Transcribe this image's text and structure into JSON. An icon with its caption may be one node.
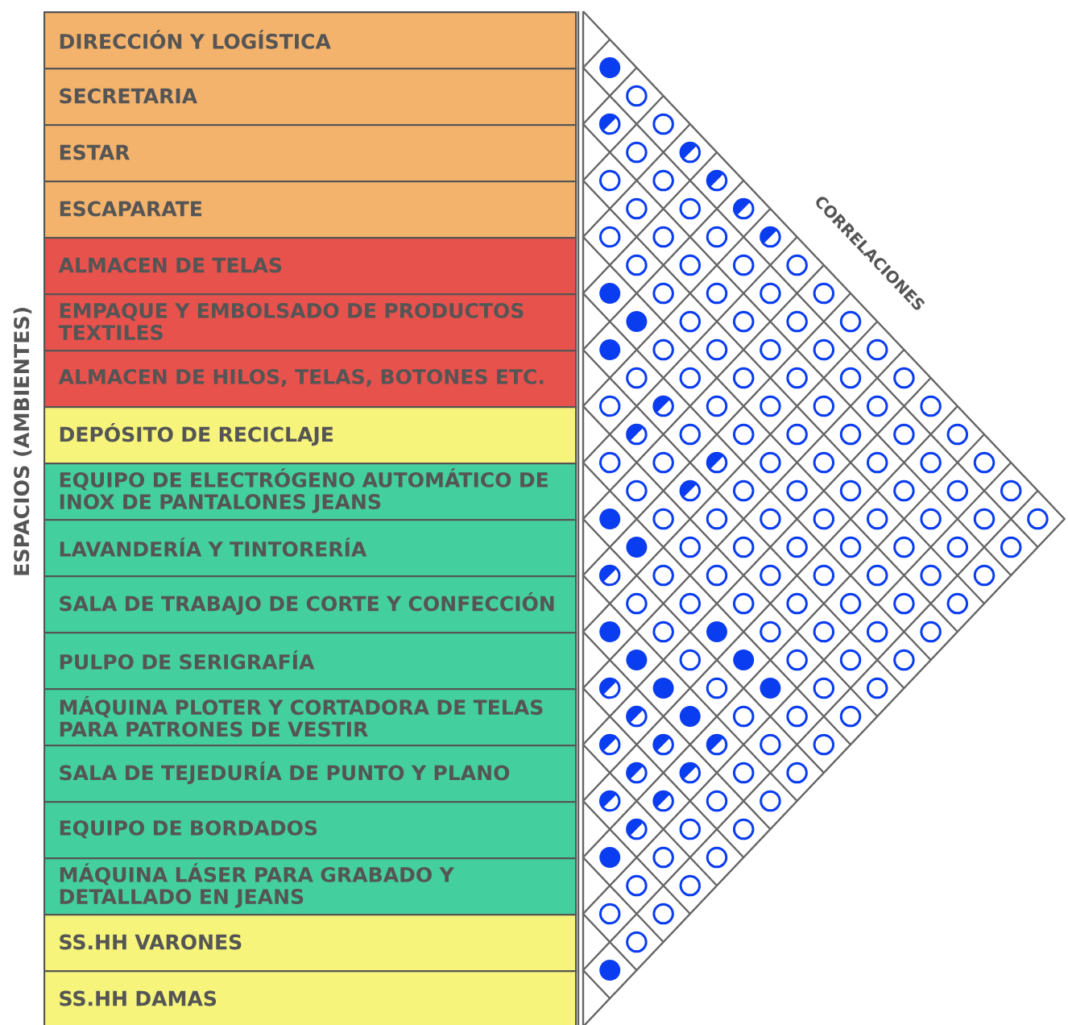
{
  "diagram": {
    "nodes": [
      {
        "text": [
          "DIRECCIÓN Y LOGÍSTICA"
        ]
      },
      {
        "text": [
          "SECRETARIA"
        ]
      },
      {
        "text": [
          "ESTAR"
        ]
      },
      {
        "text": [
          "ESCAPARATE"
        ]
      },
      {
        "text": [
          "ALMACEN DE TELAS"
        ]
      },
      {
        "text": [
          "EMPAQUE Y EMBOLSADO DE PRODUCTOS TEXTILES"
        ]
      },
      {
        "text": [
          "ALMACEN DE HILOS, TELAS, BOTONES ETC."
        ]
      },
      {
        "text": [
          "DEPÓSITO DE RECICLAJE"
        ]
      },
      {
        "text": [
          "EQUIPO DE ELECTRÓGENO AUTOMÁTICO DE INOX DE PANTALONES JEANS"
        ]
      },
      {
        "text": [
          "LAVANDERÍA Y TINTORERÍA"
        ]
      },
      {
        "text": [
          "SALA DE TRABAJO DE CORTE Y CONFECCIÓN"
        ]
      },
      {
        "text": [
          "PULPO DE SERIGRAFÍA"
        ]
      },
      {
        "text": [
          "MÁQUINA PLOTER Y CORTADORA DE TELAS PARA PATRONES DE VESTIR"
        ]
      },
      {
        "text": [
          "SALA DE TEJEDURÍA DE PUNTO Y PLANO"
        ]
      },
      {
        "text": [
          "EQUIPO DE BORDADOS"
        ]
      },
      {
        "text": [
          "MÁQUINA LÁSER PARA GRABADO Y DETALLADO EN JEANS"
        ]
      },
      {
        "text": [
          "SS.HH VARONES"
        ]
      },
      {
        "text": [
          "SS.HH DAMAS"
        ]
      }
    ],
    "labels": [
      "ESPACIOS (AMBIENTES)",
      "CORRELACIONES"
    ]
  }
}
